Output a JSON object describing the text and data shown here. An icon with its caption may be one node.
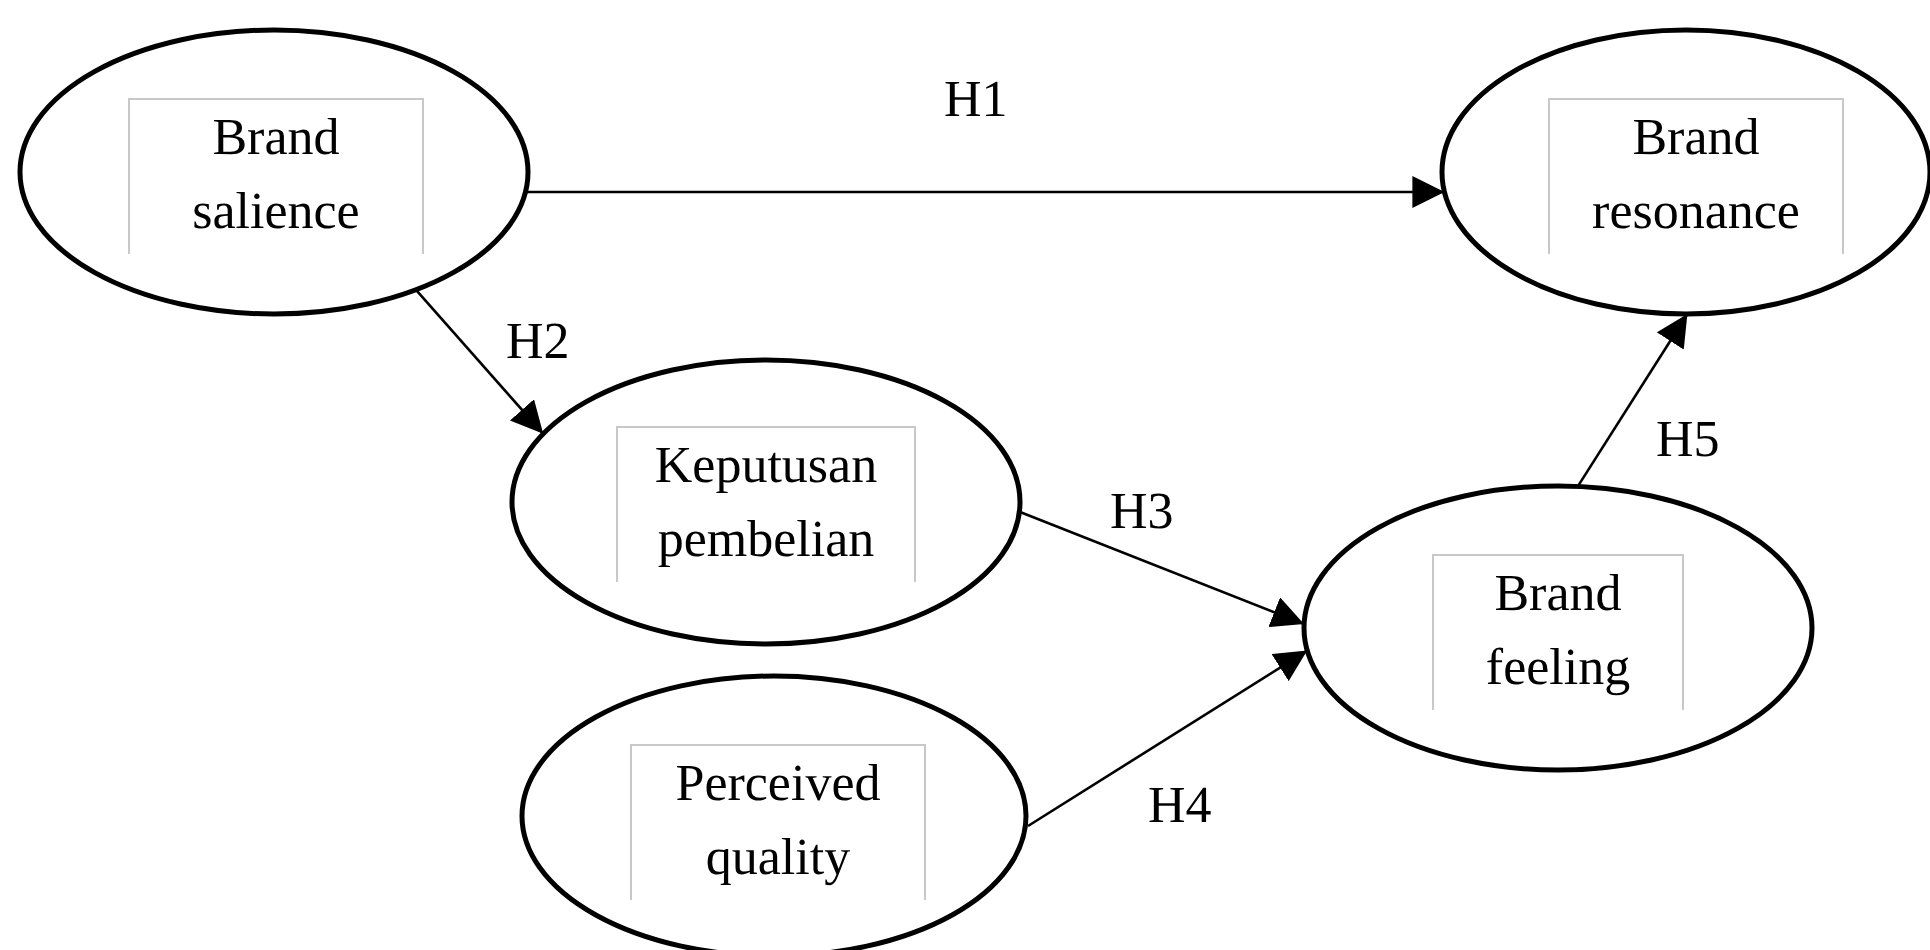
{
  "diagram": {
    "nodes": [
      {
        "text": [
          "Brand salience"
        ]
      },
      {
        "text": [
          "Brand resonance"
        ]
      },
      {
        "text": [
          "Keputusan pembelian"
        ]
      },
      {
        "text": [
          "Brand feeling"
        ]
      },
      {
        "text": [
          "Perceived quality"
        ]
      }
    ],
    "edges": [
      {
        "from": 0,
        "to": 1,
        "arrow": "to",
        "label": "H1"
      },
      {
        "from": 0,
        "to": 2,
        "arrow": "to",
        "label": "H2"
      },
      {
        "from": 2,
        "to": 3,
        "arrow": "to",
        "label": "H3"
      },
      {
        "from": 4,
        "to": 3,
        "arrow": "to",
        "label": "H4"
      },
      {
        "from": 3,
        "to": 1,
        "arrow": "to",
        "label": "H5"
      }
    ]
  }
}
